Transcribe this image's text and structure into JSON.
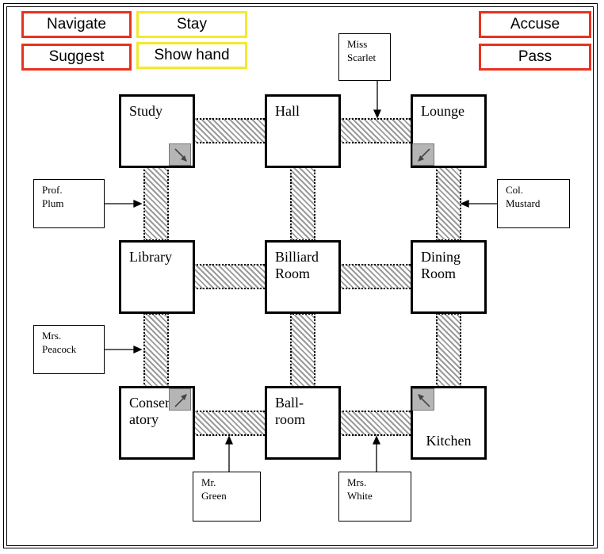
{
  "buttons": {
    "navigate": "Navigate",
    "stay": "Stay",
    "suggest": "Suggest",
    "show_hand": "Show hand",
    "accuse": "Accuse",
    "pass": "Pass"
  },
  "rooms": {
    "study": "Study",
    "hall": "Hall",
    "lounge": "Lounge",
    "library": "Library",
    "billiard": "Billiard\nRoom",
    "dining": "Dining\nRoom",
    "conservatory": "Conserv-\natory",
    "ballroom": "Ball-\nroom",
    "kitchen": "Kitchen"
  },
  "characters": {
    "scarlet": "Miss\nScarlet",
    "plum": "Prof.\nPlum",
    "mustard": "Col.\nMustard",
    "peacock": "Mrs.\nPeacock",
    "green": "Mr.\nGreen",
    "white": "Mrs.\nWhite"
  },
  "colors": {
    "action_button": "#e8321e",
    "secondary_button": "#f2ea2e",
    "hallway_hatch": "#9a9a9a",
    "secret_passage": "#b5b5b5"
  }
}
